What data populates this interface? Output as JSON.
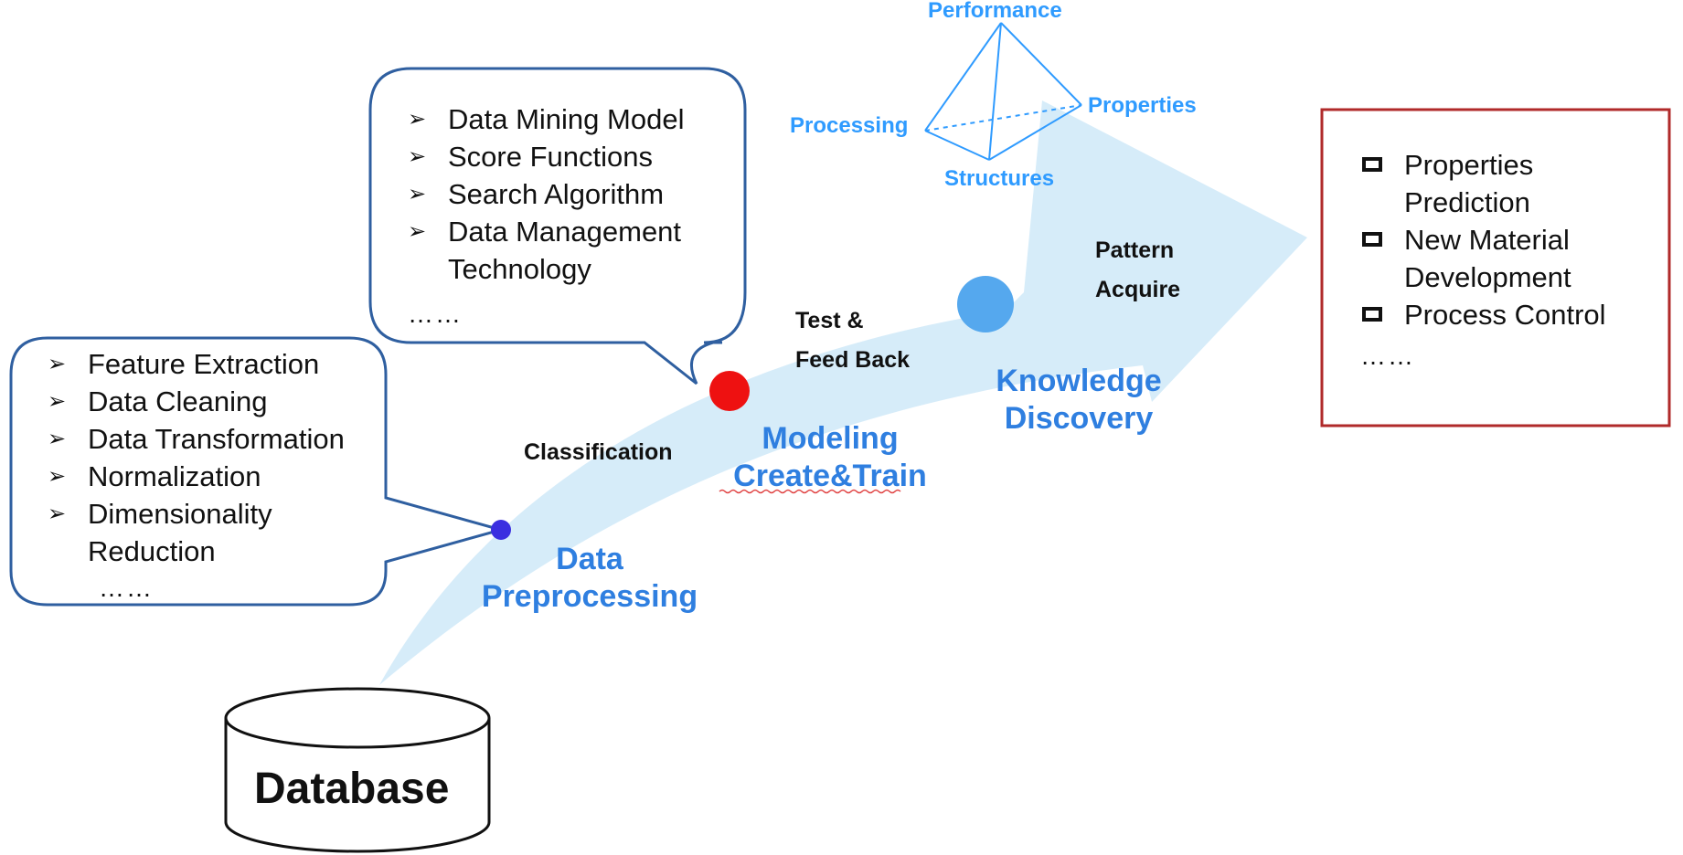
{
  "preprocessing_bubble": {
    "items": [
      "Feature Extraction",
      "Data Cleaning",
      "Data Transformation",
      "Normalization",
      "Dimensionality",
      "Reduction"
    ],
    "ellipsis": "……"
  },
  "modeling_bubble": {
    "items": [
      "Data Mining Model",
      "Score Functions",
      "Search Algorithm",
      "Data Management",
      "Technology"
    ],
    "ellipsis": "……"
  },
  "tetrahedron": {
    "top": "Performance",
    "left": "Processing",
    "right": "Properties",
    "bottom": "Structures"
  },
  "stages": {
    "data_preprocessing": [
      "Data",
      "Preprocessing"
    ],
    "modeling": [
      "Modeling",
      "Create&Train"
    ],
    "knowledge_discovery": [
      "Knowledge",
      "Discovery"
    ]
  },
  "steps": {
    "classification": "Classification",
    "test_feedback": [
      "Test &",
      "Feed Back"
    ],
    "pattern_acquire": [
      "Pattern",
      "Acquire"
    ]
  },
  "outcomes": {
    "items": [
      "Properties",
      "Prediction",
      "New Material",
      "Development",
      "Process Control"
    ],
    "ellipsis": "……"
  },
  "database": {
    "label": "Database"
  },
  "colors": {
    "arrow": "#d6ecf9",
    "bubble_border": "#2f5fa0",
    "stage_text": "#2f7fe0",
    "tetra": "#2f9bff",
    "outcome_border": "#b02a2a",
    "dot_preprocessing": "#3b2fe0",
    "dot_modeling": "#ee1111",
    "dot_knowledge": "#55a8ee"
  }
}
